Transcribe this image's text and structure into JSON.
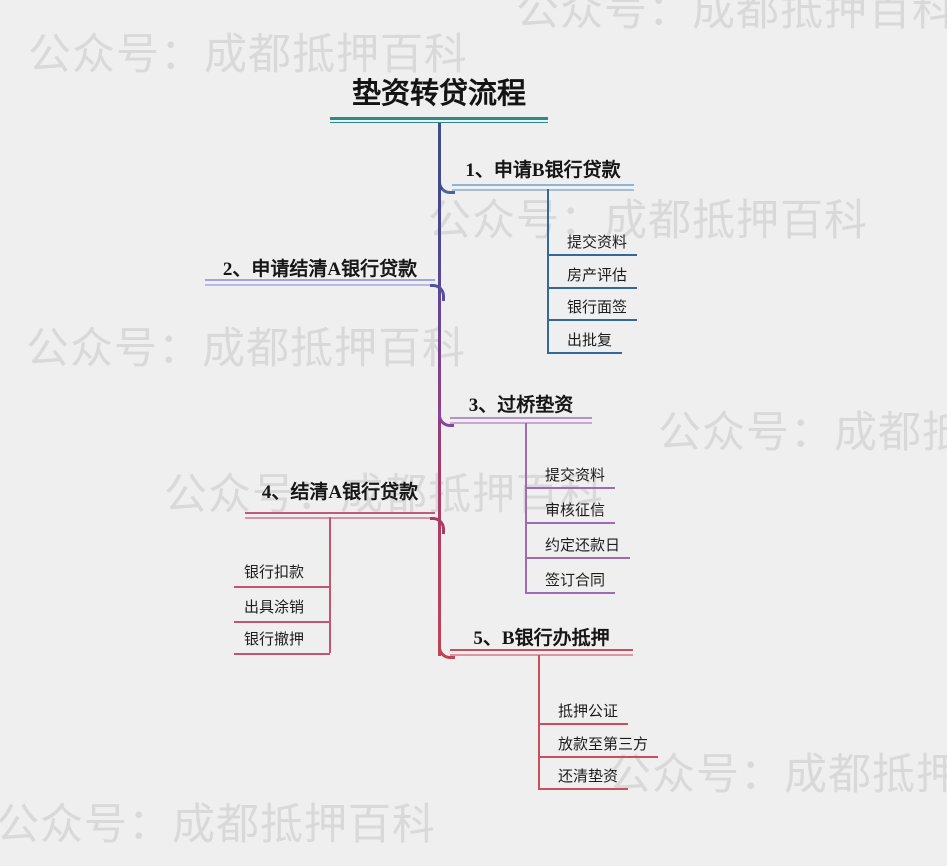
{
  "watermark": {
    "text": "公众号：成都抵押百科"
  },
  "mindmap": {
    "title": "垫资转贷流程",
    "branches": [
      {
        "label": "1、申请B银行贷款",
        "children": [
          "提交资料",
          "房产评估",
          "银行面签",
          "出批复"
        ]
      },
      {
        "label": "2、申请结清A银行贷款",
        "children": []
      },
      {
        "label": "3、过桥垫资",
        "children": [
          "提交资料",
          "审核征信",
          "约定还款日",
          "签订合同"
        ]
      },
      {
        "label": "4、结清A银行贷款",
        "children": [
          "银行扣款",
          "出具涂销",
          "银行撤押"
        ]
      },
      {
        "label": "5、B银行办抵押",
        "children": [
          "抵押公证",
          "放款至第三方",
          "还清垫资"
        ]
      }
    ],
    "colors": {
      "background": "#efefef",
      "watermark": "#d9d9d9",
      "title_underline": "#2d8a8a",
      "trunk_top": "#3d4e85",
      "trunk_bottom": "#c04457",
      "branch1_line": "#8fb2d8",
      "branch1_children_line": "#34679a",
      "branch2_line": "#a0a5da",
      "branch3_line": "#b592c8",
      "branch3_children_line": "#9d6cb5",
      "branch4_line": "#c05a7c",
      "branch4_children_line": "#c25573",
      "branch5_line": "#c84f62",
      "branch5_children_line": "#c94f5f"
    }
  }
}
